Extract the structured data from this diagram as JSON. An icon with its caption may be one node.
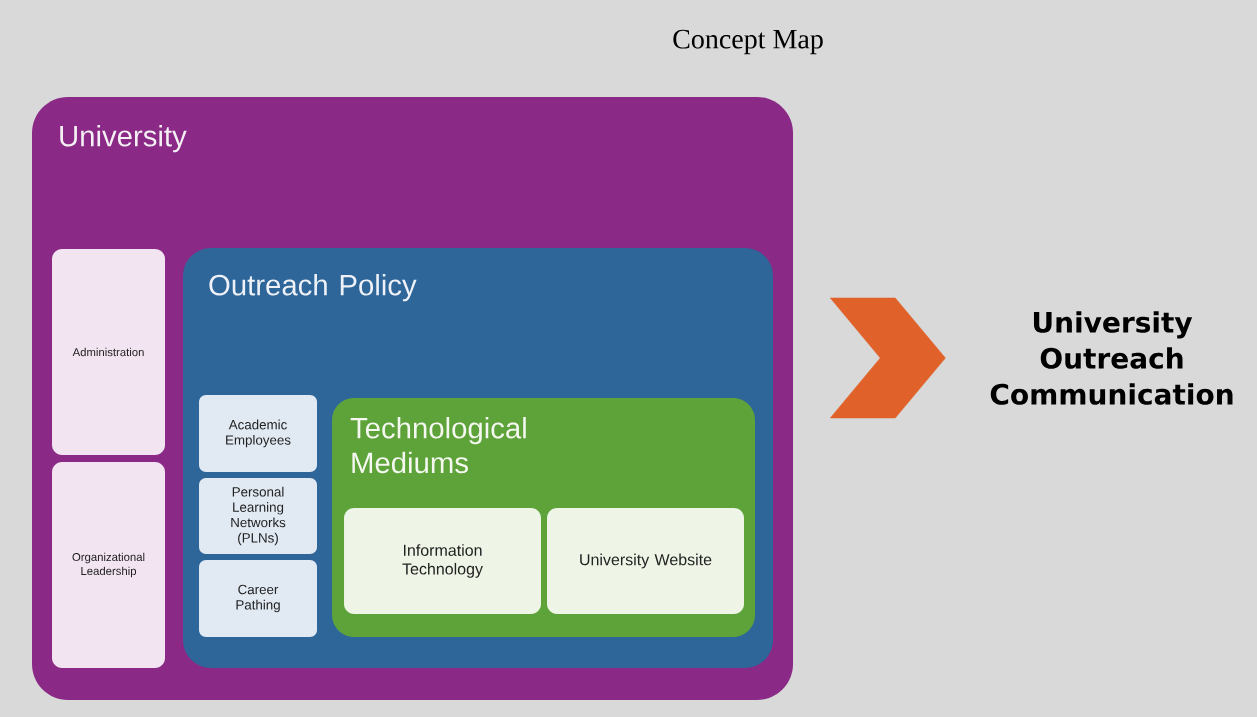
{
  "diagram": {
    "title": "Concept Map",
    "nodes": [
      {
        "text": [
          "University"
        ]
      },
      {
        "text": [
          "Administration"
        ],
        "in": 0
      },
      {
        "text": [
          "Organizational Leadership"
        ],
        "in": 0
      },
      {
        "text": [
          "Outreach Policy"
        ],
        "in": 0
      },
      {
        "text": [
          "Academic Employees"
        ],
        "in": 3
      },
      {
        "text": [
          "Personal Learning Networks (PLNs)"
        ],
        "in": 3
      },
      {
        "text": [
          "Career Pathing"
        ],
        "in": 3
      },
      {
        "text": [
          "Technological Mediums"
        ],
        "in": 3
      },
      {
        "text": [
          "Information Technology"
        ],
        "in": 7
      },
      {
        "text": [
          "University Website"
        ],
        "in": 7
      },
      {
        "text": [
          "University Outreach Communication"
        ]
      }
    ],
    "edges": [
      {
        "from": 0,
        "to": 10,
        "arrow": "to"
      }
    ]
  }
}
